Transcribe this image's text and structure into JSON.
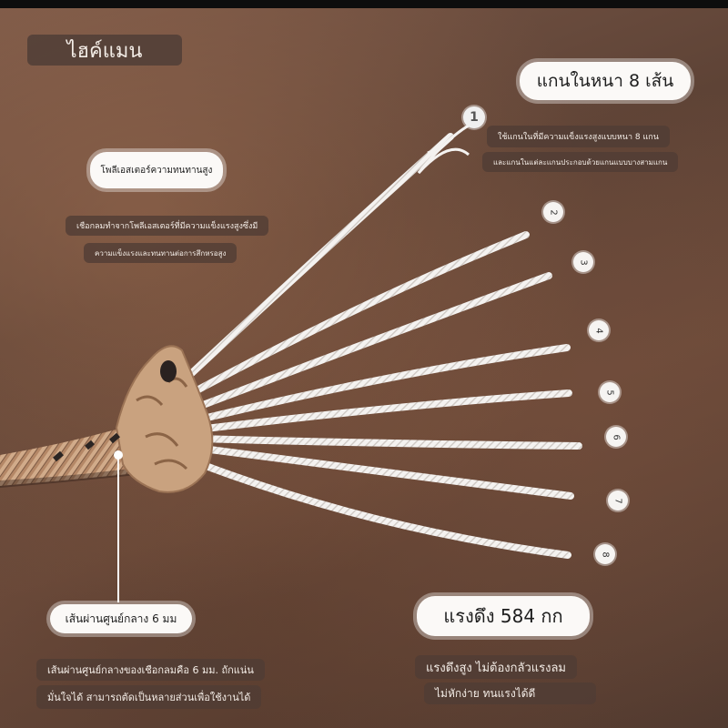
{
  "brand": "ไฮค์แมน",
  "core": {
    "title": "แกนในหนา 8 เส้น",
    "desc_line1": "ใช้แกนในที่มีความแข็งแรงสูงแบบหนา 8 แกน",
    "desc_line2": "และแกนในแต่ละแกนประกอบด้วยแกนแบบบางสามแกน"
  },
  "polyester": {
    "title": "โพลีเอสเตอร์ความทนทานสูง",
    "desc_line1": "เชือกลมทำจากโพลีเอสเตอร์ที่มีความแข็งแรงสูงซึ่งมี",
    "desc_line2": "ความแข็งแรงและทนทานต่อการสึกหรอสูง"
  },
  "diameter": {
    "title": "เส้นผ่านศูนย์กลาง 6 มม",
    "desc_line1": "เส้นผ่านศูนย์กลางของเชือกลมคือ 6 มม. ถักแน่น",
    "desc_line2": "มั่นใจได้ สามารถตัดเป็นหลายส่วนเพื่อใช้งานได้"
  },
  "tension": {
    "title": "แรงดึง 584 กก",
    "desc_line1": "แรงดึงสูง ไม่ต้องกลัวแรงลม",
    "desc_line2": "ไม่หักง่าย ทนแรงได้ดี"
  },
  "badges": [
    "1",
    "2",
    "3",
    "4",
    "5",
    "6",
    "7",
    "8"
  ],
  "colors": {
    "background": "#5e4336",
    "pill_dark": "#50403a",
    "pill_white": "#fbf9f7",
    "strand": "#f2f0ee",
    "rope_sheath": "#b8896a"
  }
}
